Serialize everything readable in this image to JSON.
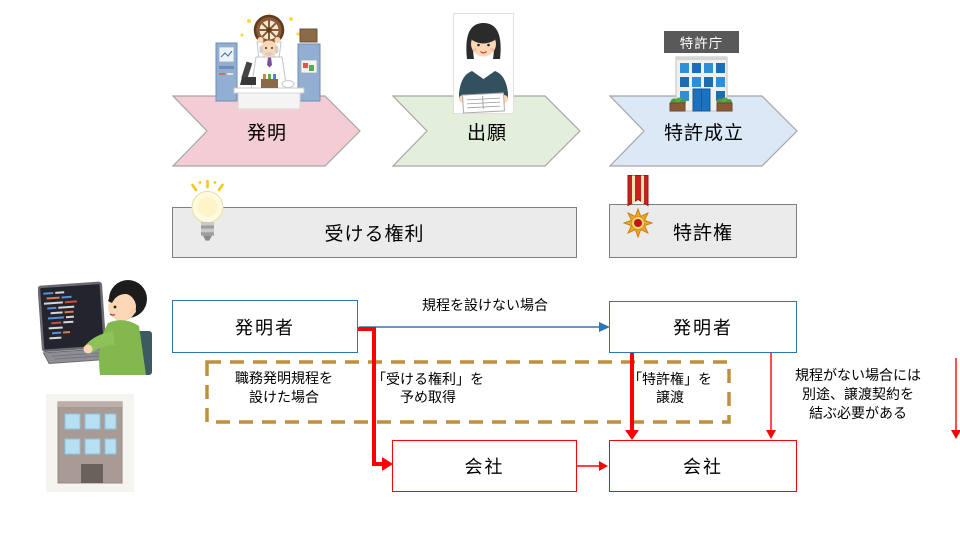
{
  "colors": {
    "step_invention_fill": "#f4cdd4",
    "step_application_fill": "#e3efda",
    "step_granted_fill": "#dbe9f6",
    "step_border": "#a6a6a6",
    "rights_box_fill": "#ebebeb",
    "rights_box_border": "#7f7f7f",
    "inventor_box_border": "#2e75b6",
    "company_box_border": "#ff0000",
    "connector_blue": "#2e75b6",
    "connector_red": "#ff0000",
    "rule_dashed_border": "#bf8f3f",
    "office_label_bg": "#595959"
  },
  "steps": {
    "invention": "発明",
    "application": "出願",
    "granted": "特許成立"
  },
  "office_label": "特許庁",
  "rights": {
    "receive": "受ける権利",
    "patent": "特許権"
  },
  "flow": {
    "inventor_left": "発明者",
    "inventor_right": "発明者",
    "company_left": "会社",
    "company_right": "会社",
    "no_rule_label": "規程を設けない場合",
    "rule_case": [
      "職務発明規程を",
      "設けた場合"
    ],
    "acquire": [
      "「受ける権利」を",
      "予め取得"
    ],
    "transfer": [
      "「特許権」を",
      "譲渡"
    ],
    "note": [
      "規程がない場合には",
      "別途、譲渡契約を",
      "結ぶ必要がある"
    ]
  },
  "icons": {
    "inventor": "inventor-scientist-illustration",
    "applicant": "applicant-woman-illustration",
    "patent_office": "patent-office-building-illustration",
    "idea": "lightbulb-icon",
    "medal": "medal-icon",
    "programmer": "programmer-illustration",
    "company": "company-building-illustration"
  }
}
